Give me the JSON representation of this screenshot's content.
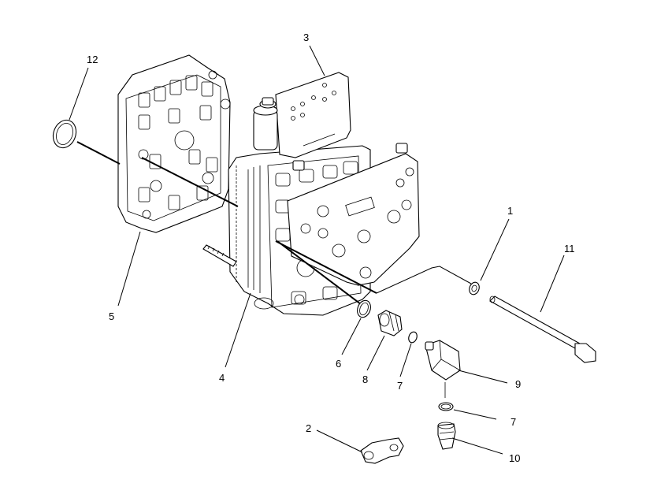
{
  "callouts": [
    {
      "id": "1",
      "label": "1"
    },
    {
      "id": "2",
      "label": "2"
    },
    {
      "id": "3",
      "label": "3"
    },
    {
      "id": "4",
      "label": "4"
    },
    {
      "id": "5",
      "label": "5"
    },
    {
      "id": "6",
      "label": "6"
    },
    {
      "id": "7a",
      "label": "7"
    },
    {
      "id": "7b",
      "label": "7"
    },
    {
      "id": "8",
      "label": "8"
    },
    {
      "id": "9",
      "label": "9"
    },
    {
      "id": "10",
      "label": "10"
    },
    {
      "id": "11",
      "label": "11"
    },
    {
      "id": "12",
      "label": "12"
    }
  ]
}
